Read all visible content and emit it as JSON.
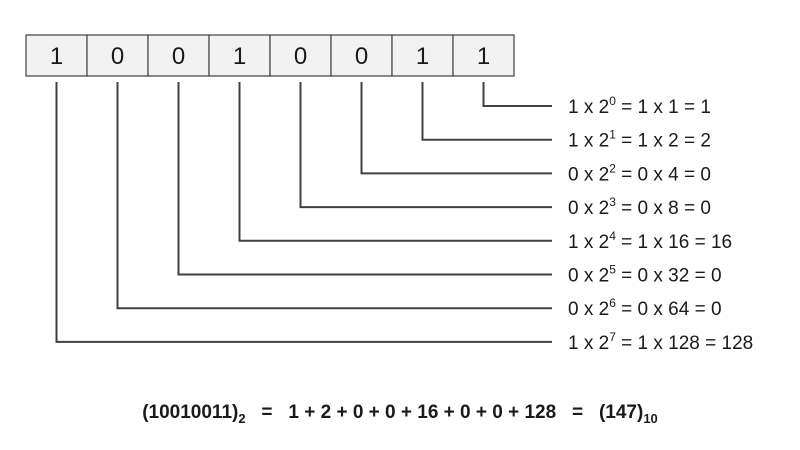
{
  "bits": [
    "1",
    "0",
    "0",
    "1",
    "0",
    "0",
    "1",
    "1"
  ],
  "expansion": [
    {
      "bit": "1",
      "exponent": "0",
      "multiplier": "1",
      "result": "1"
    },
    {
      "bit": "1",
      "exponent": "1",
      "multiplier": "2",
      "result": "2"
    },
    {
      "bit": "0",
      "exponent": "2",
      "multiplier": "4",
      "result": "0"
    },
    {
      "bit": "0",
      "exponent": "3",
      "multiplier": "8",
      "result": "0"
    },
    {
      "bit": "1",
      "exponent": "4",
      "multiplier": "16",
      "result": "16"
    },
    {
      "bit": "0",
      "exponent": "5",
      "multiplier": "32",
      "result": "0"
    },
    {
      "bit": "0",
      "exponent": "6",
      "multiplier": "64",
      "result": "0"
    },
    {
      "bit": "1",
      "exponent": "7",
      "multiplier": "128",
      "result": "128"
    }
  ],
  "sum_line": {
    "binary": "(10010011)",
    "binary_base": "2",
    "eq1": "=",
    "sum": "1 + 2 + 0 + 0 + 16 + 0 + 0 + 128",
    "eq2": "=",
    "decimal": "(147)",
    "decimal_base": "10"
  },
  "colors": {
    "box_fill": "#f2f2f2",
    "box_stroke": "#404040",
    "line": "#404040",
    "text": "#1a1a1a"
  }
}
